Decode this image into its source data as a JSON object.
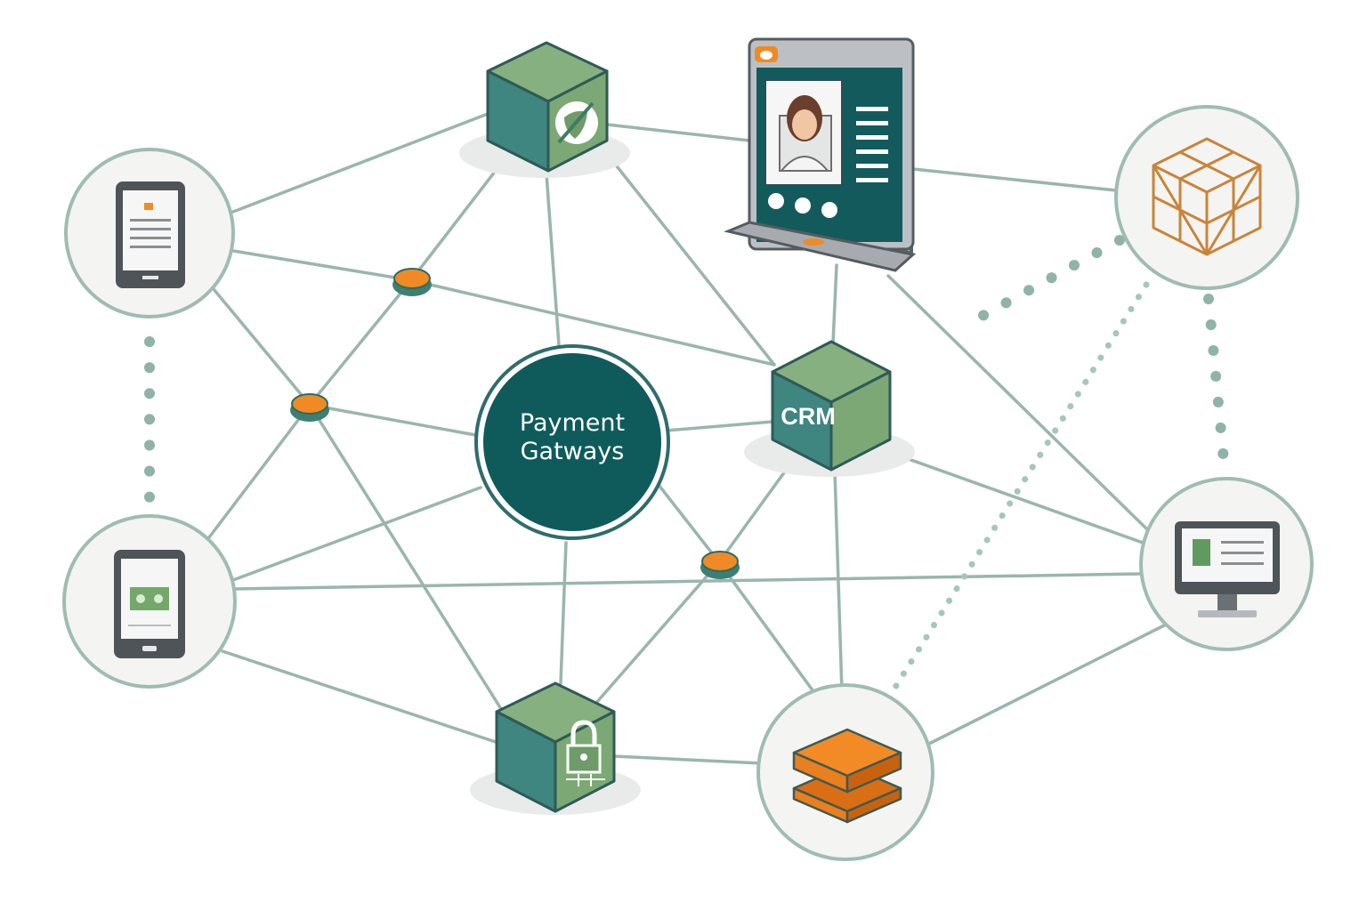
{
  "diagram": {
    "hub": {
      "label_line1": "Payment",
      "label_line2": "Gatways"
    },
    "crm": {
      "label": "CRM"
    },
    "nodes": [
      {
        "id": "tablet-document",
        "icon": "tablet-document-icon"
      },
      {
        "id": "tablet-payment",
        "icon": "tablet-payment-icon"
      },
      {
        "id": "wireframe-cube",
        "icon": "wireframe-cube-icon"
      },
      {
        "id": "desktop-monitor",
        "icon": "desktop-monitor-icon"
      },
      {
        "id": "data-layers",
        "icon": "stacked-layers-icon"
      },
      {
        "id": "profile-screen",
        "icon": "user-profile-laptop-icon"
      },
      {
        "id": "cube-top",
        "icon": "shield-slash-icon"
      },
      {
        "id": "cube-lock",
        "icon": "lock-icon"
      }
    ],
    "colors": {
      "primary_teal": "#0f5b5c",
      "cube_green": "#86b07f",
      "cube_teal": "#3f8580",
      "accent_orange": "#f08a24",
      "edge_gray_green": "#9ab5ad",
      "node_fill": "#f4f4f3"
    }
  }
}
